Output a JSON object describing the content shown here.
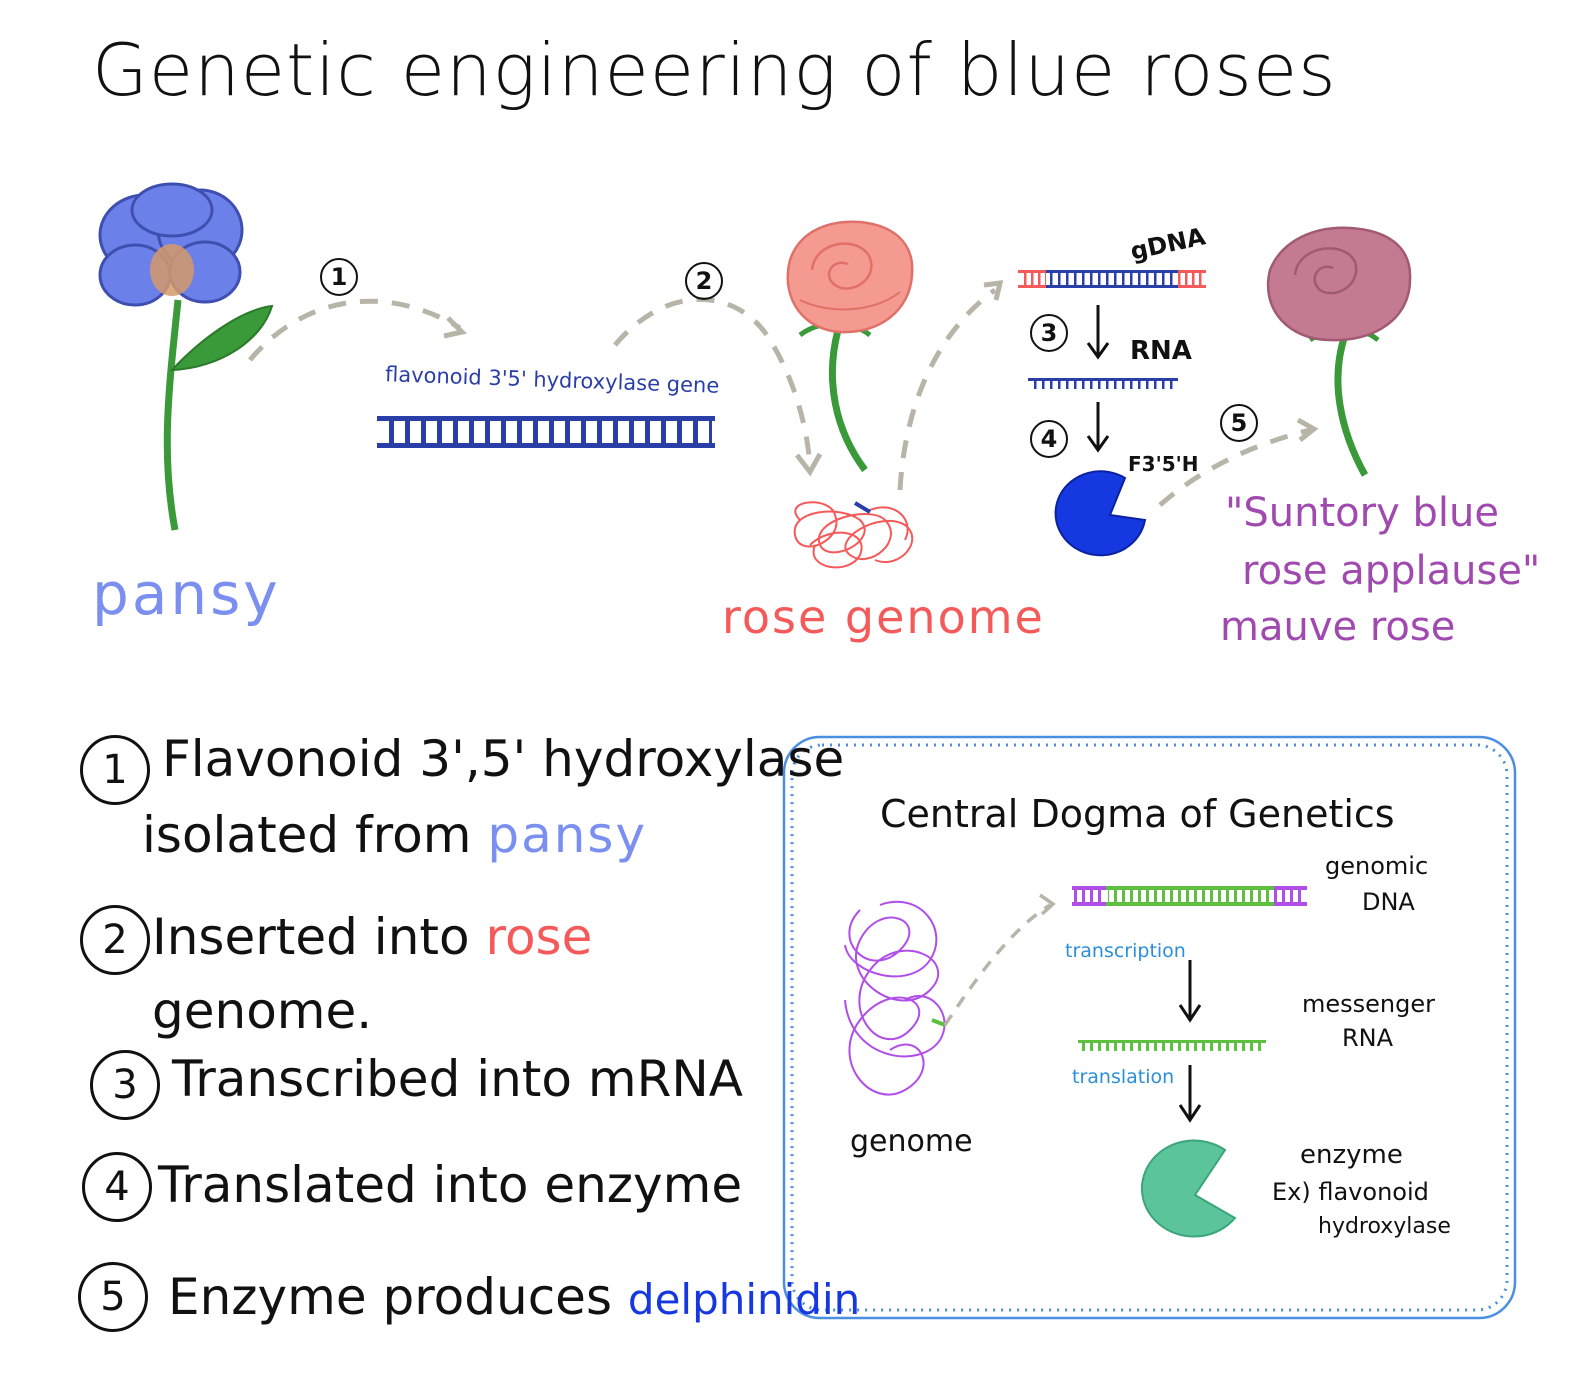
{
  "title": "Genetic engineering of blue roses",
  "diagram": {
    "pansy_label": "pansy",
    "gene_label": "flavonoid 3'5' hydroxylase gene",
    "rose_genome_label": "rose genome",
    "gdna_label": "gDNA",
    "rna_label": "RNA",
    "enzyme_label": "F3'5'H",
    "result_label_line1": "\"Suntory blue",
    "result_label_line2": "rose applause\"",
    "result_label_line3": "mauve rose",
    "step_markers": [
      "1",
      "2",
      "3",
      "4",
      "5"
    ]
  },
  "steps": [
    {
      "num": "1",
      "text_a": "Flavonoid 3',5' hydroxylase",
      "text_b": "isolated from",
      "highlight": "pansy"
    },
    {
      "num": "2",
      "text_a": "Inserted into",
      "highlight": "rose",
      "text_b": "genome."
    },
    {
      "num": "3",
      "text_a": "Transcribed into mRNA"
    },
    {
      "num": "4",
      "text_a": "Translated into enzyme"
    },
    {
      "num": "5",
      "text_a": "Enzyme produces",
      "highlight": "delphinidin"
    }
  ],
  "central_dogma": {
    "title": "Central Dogma of Genetics",
    "genome_label": "genome",
    "genomic_dna_label_1": "genomic",
    "genomic_dna_label_2": "DNA",
    "transcription_label": "transcription",
    "mrna_label_1": "messenger",
    "mrna_label_2": "RNA",
    "translation_label": "translation",
    "enzyme_label": "enzyme",
    "example_label_1": "Ex) flavonoid",
    "example_label_2": "hydroxylase"
  },
  "colors": {
    "pansy_blue": "#7b8ff0",
    "rose_red": "#f45a5a",
    "mauve": "#a04ab0",
    "dna_blue": "#2a3ea8",
    "enzyme_blue": "#1538e0",
    "stem_green": "#3a9a3a",
    "dogma_border": "#4a8fe0",
    "dogma_purple": "#b04ee8",
    "dogma_green": "#5fbf3f",
    "dogma_label_blue": "#2a8fd8",
    "dogma_enzyme": "#5cc49a",
    "arrow_gray": "#b8b4a8"
  }
}
